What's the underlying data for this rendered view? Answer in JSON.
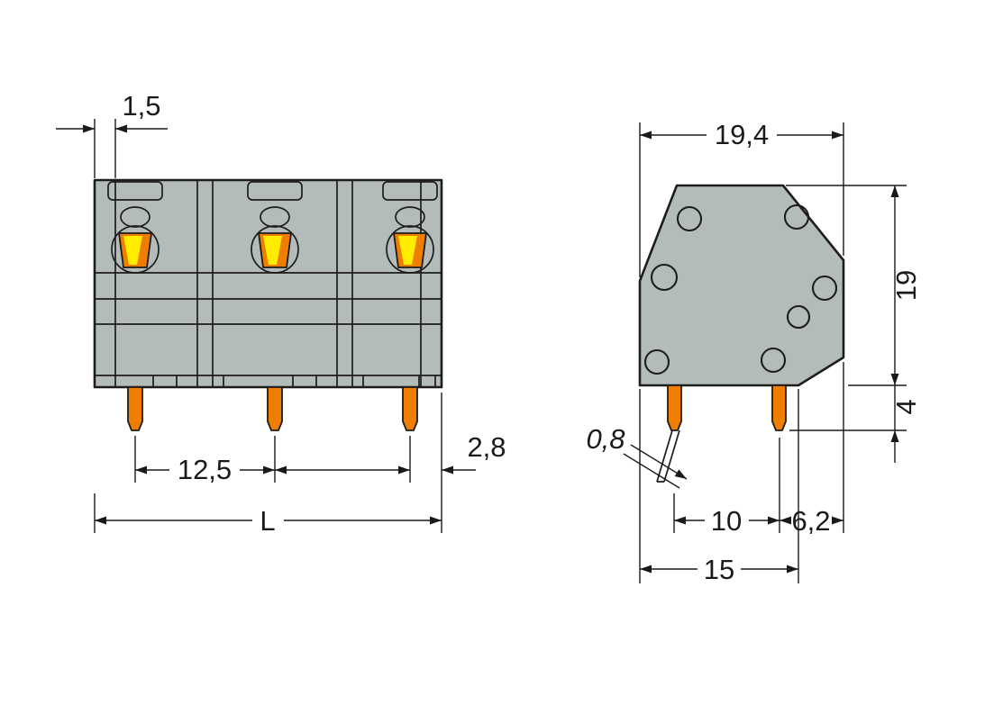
{
  "front_view": {
    "dims": {
      "offset": "1,5",
      "pitch": "12,5",
      "pin_edge": "2,8",
      "overall": "L"
    }
  },
  "side_view": {
    "dims": {
      "width": "19,4",
      "height": "19",
      "pin_protrusion": "4",
      "pin_thickness": "0,8",
      "pin_spacing": "10",
      "pin_to_edge": "6,2",
      "footprint": "15"
    }
  },
  "colors": {
    "background": "#ffffff",
    "body_gray": "#b4bbbb",
    "outline": "#1d1d1b",
    "actuator_orange": "#ee7d00",
    "actuator_yellow": "#ffec00",
    "dimension_text": "#1a1a1a"
  }
}
